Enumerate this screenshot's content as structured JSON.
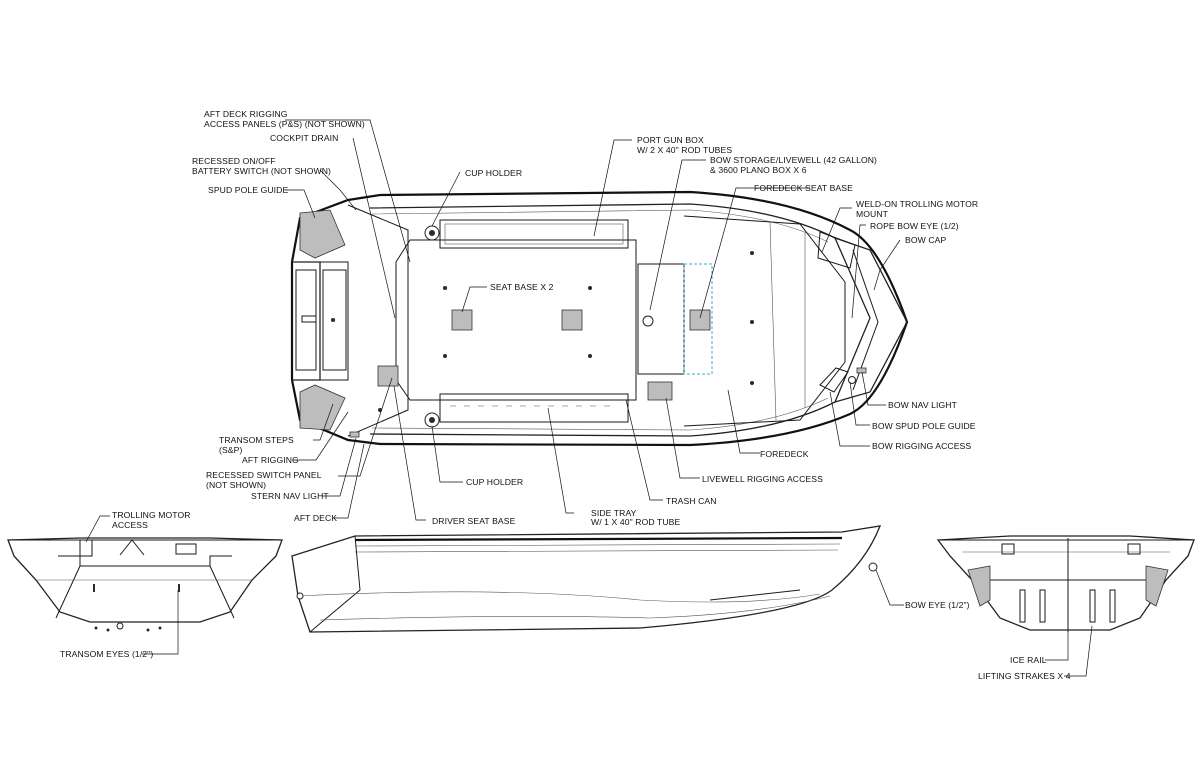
{
  "labels": {
    "aft_deck_rigging_1": "AFT DECK RIGGING",
    "aft_deck_rigging_2": "ACCESS PANELS (P&S) (NOT SHOWN)",
    "cockpit_drain": "COCKPIT DRAIN",
    "recessed_battery_1": "RECESSED ON/OFF",
    "recessed_battery_2": "BATTERY SWITCH (NOT SHOWN)",
    "spud_pole_guide": "SPUD POLE GUIDE",
    "cup_holder_top": "CUP HOLDER",
    "port_gun_box_1": "PORT GUN BOX",
    "port_gun_box_2": "W/ 2 X 40\" ROD TUBES",
    "bow_storage_1": "BOW STORAGE/LIVEWELL (42 GALLON)",
    "bow_storage_2": "& 3600 PLANO BOX X 6",
    "foredeck_seat_base": "FOREDECK SEAT BASE",
    "trolling_mount_1": "WELD-ON TROLLING MOTOR",
    "trolling_mount_2": "MOUNT",
    "rope_bow_eye": "ROPE BOW EYE (1/2)",
    "bow_cap": "BOW CAP",
    "seat_base": "SEAT BASE X 2",
    "bow_nav_light": "BOW NAV LIGHT",
    "bow_spud_pole_guide": "BOW SPUD POLE GUIDE",
    "bow_rigging_access": "BOW RIGGING ACCESS",
    "transom_steps_1": "TRANSOM STEPS",
    "transom_steps_2": "(S&P)",
    "aft_rigging": "AFT RIGGING",
    "recessed_switch_1": "RECESSED SWITCH PANEL",
    "recessed_switch_2": "(NOT SHOWN)",
    "stern_nav_light": "STERN NAV LIGHT",
    "aft_deck": "AFT DECK",
    "cup_holder_bottom": "CUP HOLDER",
    "foredeck": "FOREDECK",
    "livewell_rigging_access": "LIVEWELL RIGGING ACCESS",
    "trash_can": "TRASH CAN",
    "driver_seat_base": "DRIVER SEAT BASE",
    "side_tray_1": "SIDE TRAY",
    "side_tray_2": "W/ 1 X 40\" ROD TUBE",
    "trolling_access_1": "TROLLING MOTOR",
    "trolling_access_2": "ACCESS",
    "transom_eyes": "TRANSOM EYES (1/2\")",
    "bow_eye": "BOW EYE (1/2\")",
    "ice_rail": "ICE RAIL",
    "lifting_strakes": "LIFTING STRAKES X 4"
  }
}
